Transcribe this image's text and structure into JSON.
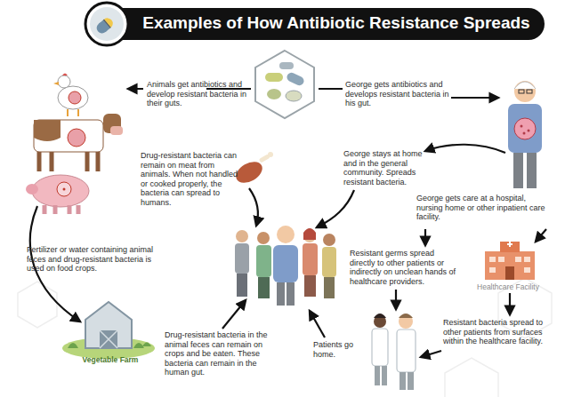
{
  "diagram": {
    "title": "Examples of How Antibiotic Resistance Spreads",
    "labels": [
      "Animals get antibiotics and develop resistant bacteria in their guts.",
      "George gets antibiotics and develops resistant bacteria in his gut.",
      "Drug-resistant bacteria can remain on meat from animals. When not handled or cooked properly, the bacteria can spread to humans.",
      "George stays at home and in the general community. Spreads resistant bacteria.",
      "George gets care at a hospital, nursing home or other inpatient care facility.",
      "Fertilizer or water containing animal feces and drug-resistant bacteria is used on food crops.",
      "Resistant germs spread directly to other patients or indirectly on unclean hands of healthcare providers.",
      "Healthcare Facility",
      "Vegetable Farm",
      "Drug-resistant bacteria in the animal feces can remain on crops and be eaten. These bacteria can remain in the human gut.",
      "Patients go home.",
      "Resistant bacteria spread to other patients from surfaces within the healthcare facility."
    ]
  }
}
